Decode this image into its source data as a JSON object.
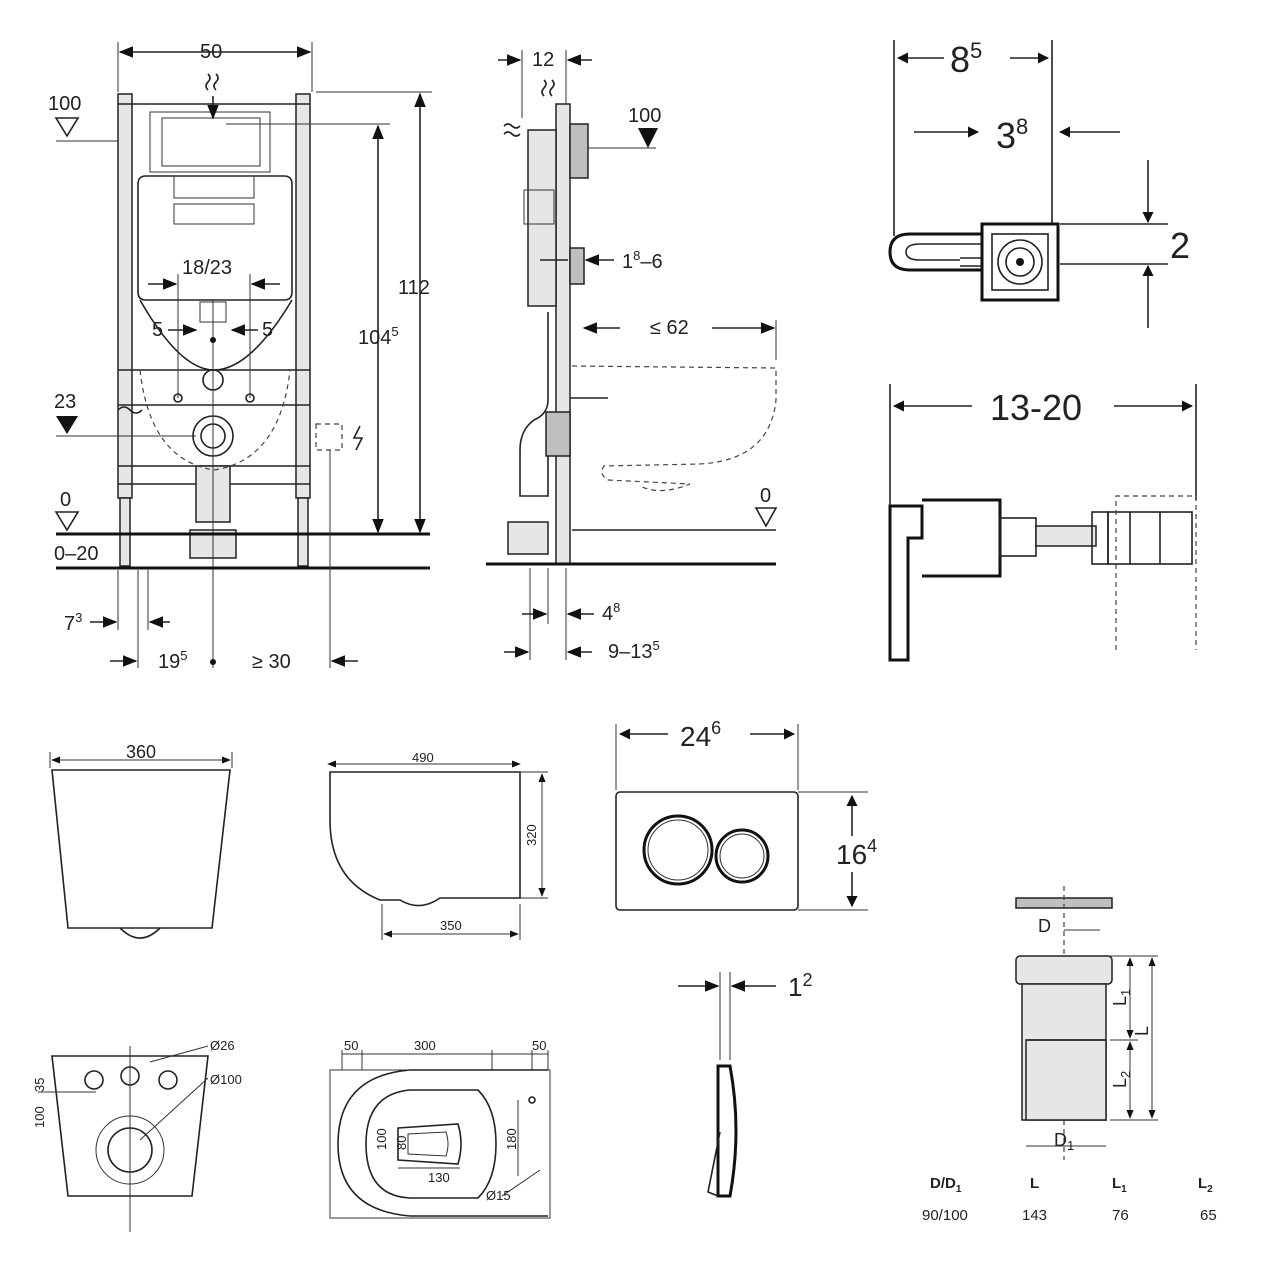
{
  "frame_view": {
    "width": "50",
    "level_100": "100",
    "level_23": "23",
    "level_0": "0",
    "floor_range": "0–20",
    "height_112": "112",
    "height_104": "104",
    "height_104_sup": "5",
    "outlet_spacing": "18/23",
    "offset_left": "5",
    "offset_right": "5",
    "foot_7": "7",
    "foot_7_sup": "3",
    "axis_19": "19",
    "axis_19_sup": "5",
    "min_30": "≥ 30"
  },
  "side_view": {
    "depth_12": "12",
    "level_100": "100",
    "plate_range": "1",
    "plate_range_sup": "8",
    "plate_range_end": "–6",
    "max_62": "≤ 62",
    "level_0": "0",
    "foot_4": "4",
    "foot_4_sup": "8",
    "foot_9": "9–13",
    "foot_9_sup": "5"
  },
  "bracket_top": {
    "width_8": "8",
    "width_8_sup": "5",
    "width_3": "3",
    "width_3_sup": "8",
    "height_2": "2"
  },
  "bracket_side": {
    "range": "13-20"
  },
  "bowl_front": {
    "width": "360"
  },
  "bowl_side": {
    "length": "490",
    "height": "320",
    "base": "350"
  },
  "flush_plate": {
    "width": "24",
    "width_sup": "6",
    "height": "16",
    "height_sup": "4"
  },
  "plate_profile": {
    "thickness": "1",
    "thickness_sup": "2"
  },
  "bowl_rear": {
    "dia_26": "Ø26",
    "dia_100": "Ø100",
    "dim_35": "35",
    "dim_100": "100"
  },
  "bowl_plan": {
    "dim_50a": "50",
    "dim_300": "300",
    "dim_50b": "50",
    "dim_100": "100",
    "dim_80": "80",
    "dim_130": "130",
    "dim_180": "180",
    "dia_15": "Ø15"
  },
  "connector": {
    "label_d": "D",
    "label_d1": "D",
    "label_d1_sub": "1",
    "label_l": "L",
    "label_l1": "L",
    "label_l1_sub": "1",
    "label_l2": "L",
    "label_l2_sub": "2"
  },
  "spec_table": {
    "headers": [
      "D/D",
      "L",
      "L",
      "L"
    ],
    "header_subs": [
      "1",
      "",
      "1",
      "2"
    ],
    "values": [
      "90/100",
      "143",
      "76",
      "65"
    ]
  }
}
